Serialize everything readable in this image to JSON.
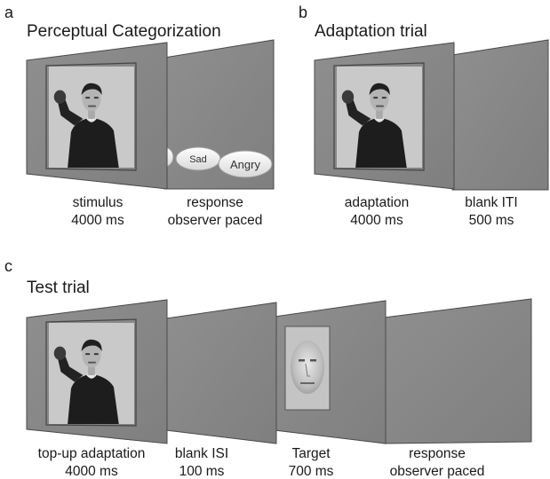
{
  "panels": {
    "a": {
      "letter": "a",
      "title": "Perceptual Categorization",
      "screens": [
        {
          "line1": "stimulus",
          "line2": "4000 ms"
        },
        {
          "line1": "response",
          "line2": "observer paced"
        }
      ],
      "response_options": [
        "Sad",
        "Angry"
      ]
    },
    "b": {
      "letter": "b",
      "title": "Adaptation trial",
      "screens": [
        {
          "line1": "adaptation",
          "line2": "4000 ms"
        },
        {
          "line1": "blank ITI",
          "line2": "500 ms"
        }
      ]
    },
    "c": {
      "letter": "c",
      "title": "Test trial",
      "screens": [
        {
          "line1": "top-up adaptation",
          "line2": "4000 ms"
        },
        {
          "line1": "blank ISI",
          "line2": "100 ms"
        },
        {
          "line1": "Target",
          "line2": "700 ms"
        },
        {
          "line1": "response",
          "line2": "observer paced"
        }
      ]
    }
  },
  "colors": {
    "screen_fill": "#8a8a8a",
    "screen_edge": "#4a4a4a",
    "photo_bg": "#c9c9c9",
    "sweater": "#1c1c1c"
  }
}
